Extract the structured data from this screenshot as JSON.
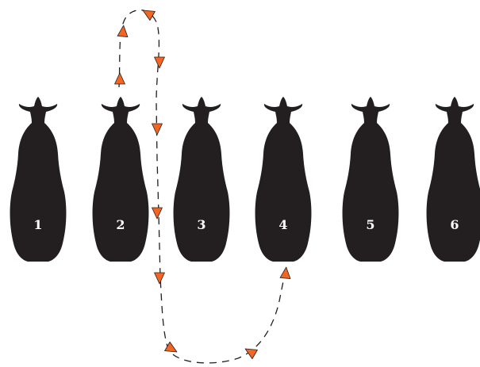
{
  "diagram": {
    "cows": [
      {
        "label": "1"
      },
      {
        "label": "2"
      },
      {
        "label": "3"
      },
      {
        "label": "4"
      },
      {
        "label": "5"
      },
      {
        "label": "6"
      }
    ],
    "colors": {
      "background": "#ffffff",
      "cow_fill": "#231f20",
      "cow_label": "#ffffff",
      "arrow_fill": "#f26522",
      "arrow_stroke": "#231f20",
      "path_stroke": "#231f20"
    },
    "path": {
      "style": "dashed",
      "description_icons": [
        "triangle-arrow-icon"
      ]
    }
  }
}
